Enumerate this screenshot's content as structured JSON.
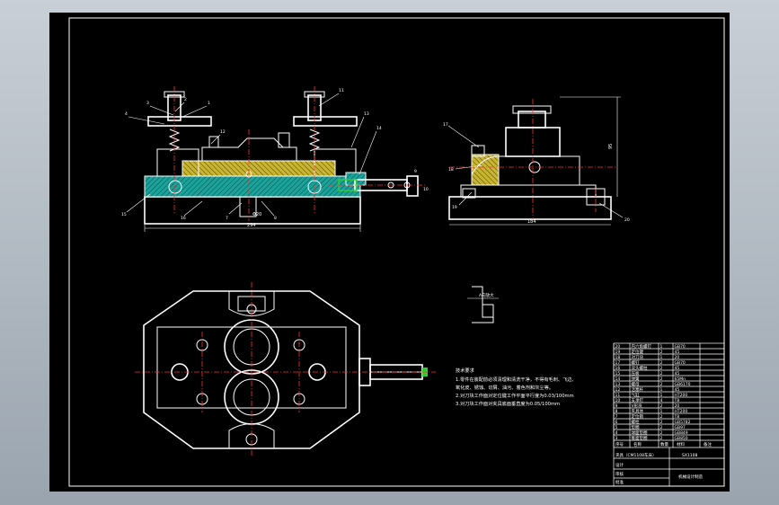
{
  "drawing": {
    "colors": {
      "background": "#000000",
      "outline": "#ffffff",
      "hatch_primary": "#1aa39a",
      "hatch_secondary": "#d8c23a",
      "center_line": "#ff3030",
      "cylinder_green": "#33cc33"
    },
    "front_view": {
      "callouts": [
        "4",
        "3",
        "2",
        "1",
        "12",
        "11",
        "13",
        "14",
        "15",
        "16",
        "7",
        "8",
        "9",
        "10"
      ],
      "dim_length": "294",
      "dim_bore": "Φ20"
    },
    "side_view": {
      "callouts": [
        "17",
        "18",
        "19",
        "20"
      ],
      "dim_width": "184",
      "dim_height": "95"
    },
    "detail": {
      "label": "A向放大"
    },
    "notes": {
      "title": "技术要求",
      "lines": [
        "1.零件在装配前必须清理和清洗干净，不得有毛刺、飞边、",
        "  氧化皮、锈蚀、切屑、油污、着色剂和灰尘等。",
        "2.对刀块工作面对定位键工作平面平行度为0.03/100mm",
        "3.对刀块工作面对夹具底面垂直度为0.05/100mm"
      ]
    },
    "title_block": {
      "part_rows": [
        [
          "20",
          "内六角螺钉",
          "1",
          "GB70",
          ""
        ],
        [
          "19",
          "定位键",
          "2",
          "45",
          ""
        ],
        [
          "18",
          "对刀块",
          "1",
          "20",
          ""
        ],
        [
          "17",
          "螺钉",
          "2",
          "GB70",
          ""
        ],
        [
          "16",
          "双头螺柱",
          "2",
          "45",
          ""
        ],
        [
          "15",
          "压板",
          "2",
          "45",
          ""
        ],
        [
          "14",
          "弹簧",
          "2",
          "65Mn",
          ""
        ],
        [
          "13",
          "螺母",
          "2",
          "GB6170",
          ""
        ],
        [
          "12",
          "活塞杆",
          "1",
          "45",
          ""
        ],
        [
          "11",
          "气缸",
          "1",
          "HT200",
          ""
        ],
        [
          "10",
          "支承钉",
          "4",
          "T8",
          ""
        ],
        [
          "9",
          "V形块",
          "2",
          "20",
          ""
        ],
        [
          "8",
          "夹具体",
          "1",
          "HT200",
          ""
        ],
        [
          "7",
          "定位销",
          "2",
          "T8",
          ""
        ],
        [
          "6",
          "螺栓",
          "2",
          "GB5782",
          ""
        ],
        [
          "5",
          "垫圈",
          "2",
          "GB97",
          ""
        ],
        [
          "4",
          "球面垫圈",
          "2",
          "GB849",
          ""
        ],
        [
          "3",
          "锥面垫圈",
          "2",
          "GB850",
          ""
        ]
      ],
      "header": [
        "序号",
        "名称",
        "数量",
        "材料",
        "备注"
      ],
      "drawing_title": "夹具（CM1108车床）",
      "drawing_code": "SX1108",
      "designer_label": "设计",
      "checker_label": "审核",
      "approver_label": "批准",
      "school": "机械设计制造"
    }
  }
}
